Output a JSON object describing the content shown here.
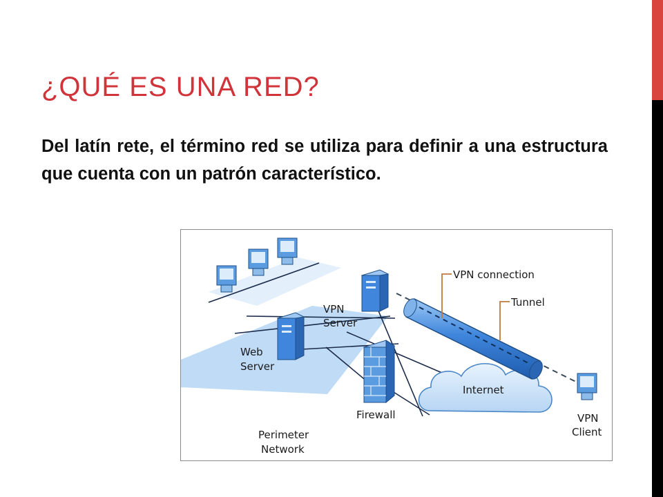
{
  "slide": {
    "title": "¿Qué es una red?",
    "body": "Del latín rete, el término red se utiliza para definir a una estructura que cuenta con un patrón característico."
  },
  "diagram": {
    "labels": {
      "vpn_connection": "VPN connection",
      "tunnel": "Tunnel",
      "vpn_server_1": "VPN",
      "vpn_server_2": "Server",
      "web_server_1": "Web",
      "web_server_2": "Server",
      "internet": "Internet",
      "firewall": "Firewall",
      "vpn_client_1": "VPN",
      "vpn_client_2": "Client",
      "perimeter_1": "Perimeter",
      "perimeter_2": "Network"
    }
  },
  "colors": {
    "title": "#d0343a",
    "accent_bar": "#d9443f",
    "network_plane": "#bcd9f5",
    "tunnel": "#3f86dc",
    "callout_line": "#c07a3a"
  }
}
